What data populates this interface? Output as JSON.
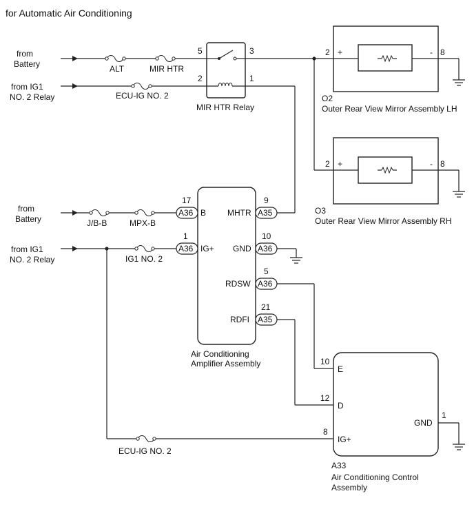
{
  "title": "for Automatic Air Conditioning",
  "sources": {
    "battery_top": [
      "from",
      "Battery"
    ],
    "ig1_top": [
      "from IG1",
      "NO. 2 Relay"
    ],
    "battery_mid": [
      "from",
      "Battery"
    ],
    "ig1_mid": [
      "from IG1",
      "NO. 2 Relay"
    ]
  },
  "fuses": {
    "alt": "ALT",
    "mir_htr": "MIR HTR",
    "ecu_ig_top": "ECU-IG NO. 2",
    "jb_b": "J/B-B",
    "mpx_b": "MPX-B",
    "ig1_no2": "IG1 NO. 2",
    "ecu_ig_bottom": "ECU-IG NO. 2"
  },
  "relay": {
    "label": "MIR HTR Relay",
    "pins": {
      "p5": "5",
      "p3": "3",
      "p2": "2",
      "p1": "1"
    }
  },
  "mirror_lh": {
    "code": "O2",
    "name": "Outer Rear View Mirror Assembly LH",
    "pin_plus": "2",
    "pin_minus": "8",
    "plus": "+",
    "minus": "-"
  },
  "mirror_rh": {
    "code": "O3",
    "name": "Outer Rear View Mirror Assembly RH",
    "pin_plus": "2",
    "pin_minus": "8",
    "plus": "+",
    "minus": "-"
  },
  "amplifier": {
    "name": [
      "Air Conditioning",
      "Amplifier Assembly"
    ],
    "terminals": {
      "b": {
        "pin": "17",
        "conn": "A36",
        "label": "B"
      },
      "ig": {
        "pin": "1",
        "conn": "A36",
        "label": "IG+"
      },
      "mhtr": {
        "pin": "9",
        "conn": "A35",
        "label": "MHTR"
      },
      "gnd": {
        "pin": "10",
        "conn": "A36",
        "label": "GND"
      },
      "rdsw": {
        "pin": "5",
        "conn": "A36",
        "label": "RDSW"
      },
      "rdfi": {
        "pin": "21",
        "conn": "A35",
        "label": "RDFI"
      }
    }
  },
  "control": {
    "code": "A33",
    "name": [
      "Air Conditioning Control",
      "Assembly"
    ],
    "terminals": {
      "e": {
        "pin": "10",
        "label": "E"
      },
      "d": {
        "pin": "12",
        "label": "D"
      },
      "ig": {
        "pin": "8",
        "label": "IG+"
      },
      "gnd": {
        "pin": "1",
        "label": "GND"
      }
    }
  }
}
